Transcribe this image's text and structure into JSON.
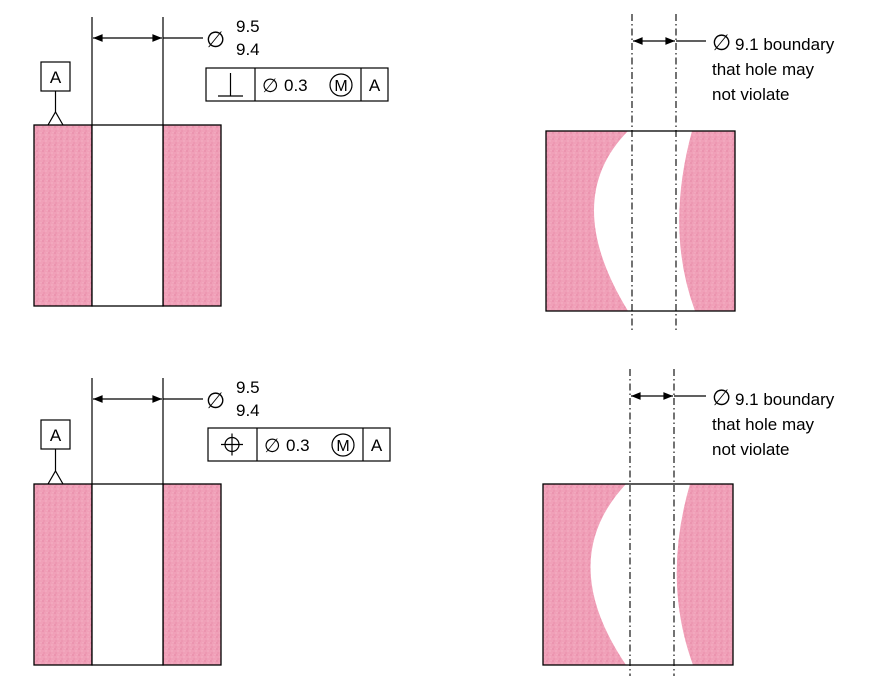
{
  "colors": {
    "material_fill": "#f0a0b8",
    "material_speckle": "#e07898",
    "line": "#000000",
    "hole": "#ffffff"
  },
  "panels": [
    {
      "id": "perpendicularity",
      "datum_label": "A",
      "diameter_symbol": "∅",
      "size_upper": "9.5",
      "size_lower": "9.4",
      "fcf": {
        "characteristic_icon": "perpendicularity-icon",
        "tolerance_diameter_symbol": "∅",
        "tolerance_value": "0.3",
        "modifier": "M",
        "datum_ref": "A"
      }
    },
    {
      "id": "position",
      "datum_label": "A",
      "diameter_symbol": "∅",
      "size_upper": "9.5",
      "size_lower": "9.4",
      "fcf": {
        "characteristic_icon": "position-icon",
        "tolerance_diameter_symbol": "∅",
        "tolerance_value": "0.3",
        "modifier": "M",
        "datum_ref": "A"
      }
    }
  ],
  "boundary_notes": [
    {
      "diameter_symbol": "∅",
      "line1": "9.1 boundary",
      "line2": "that hole may",
      "line3": "not violate"
    },
    {
      "diameter_symbol": "∅",
      "line1": "9.1 boundary",
      "line2": "that hole may",
      "line3": "not violate"
    }
  ]
}
